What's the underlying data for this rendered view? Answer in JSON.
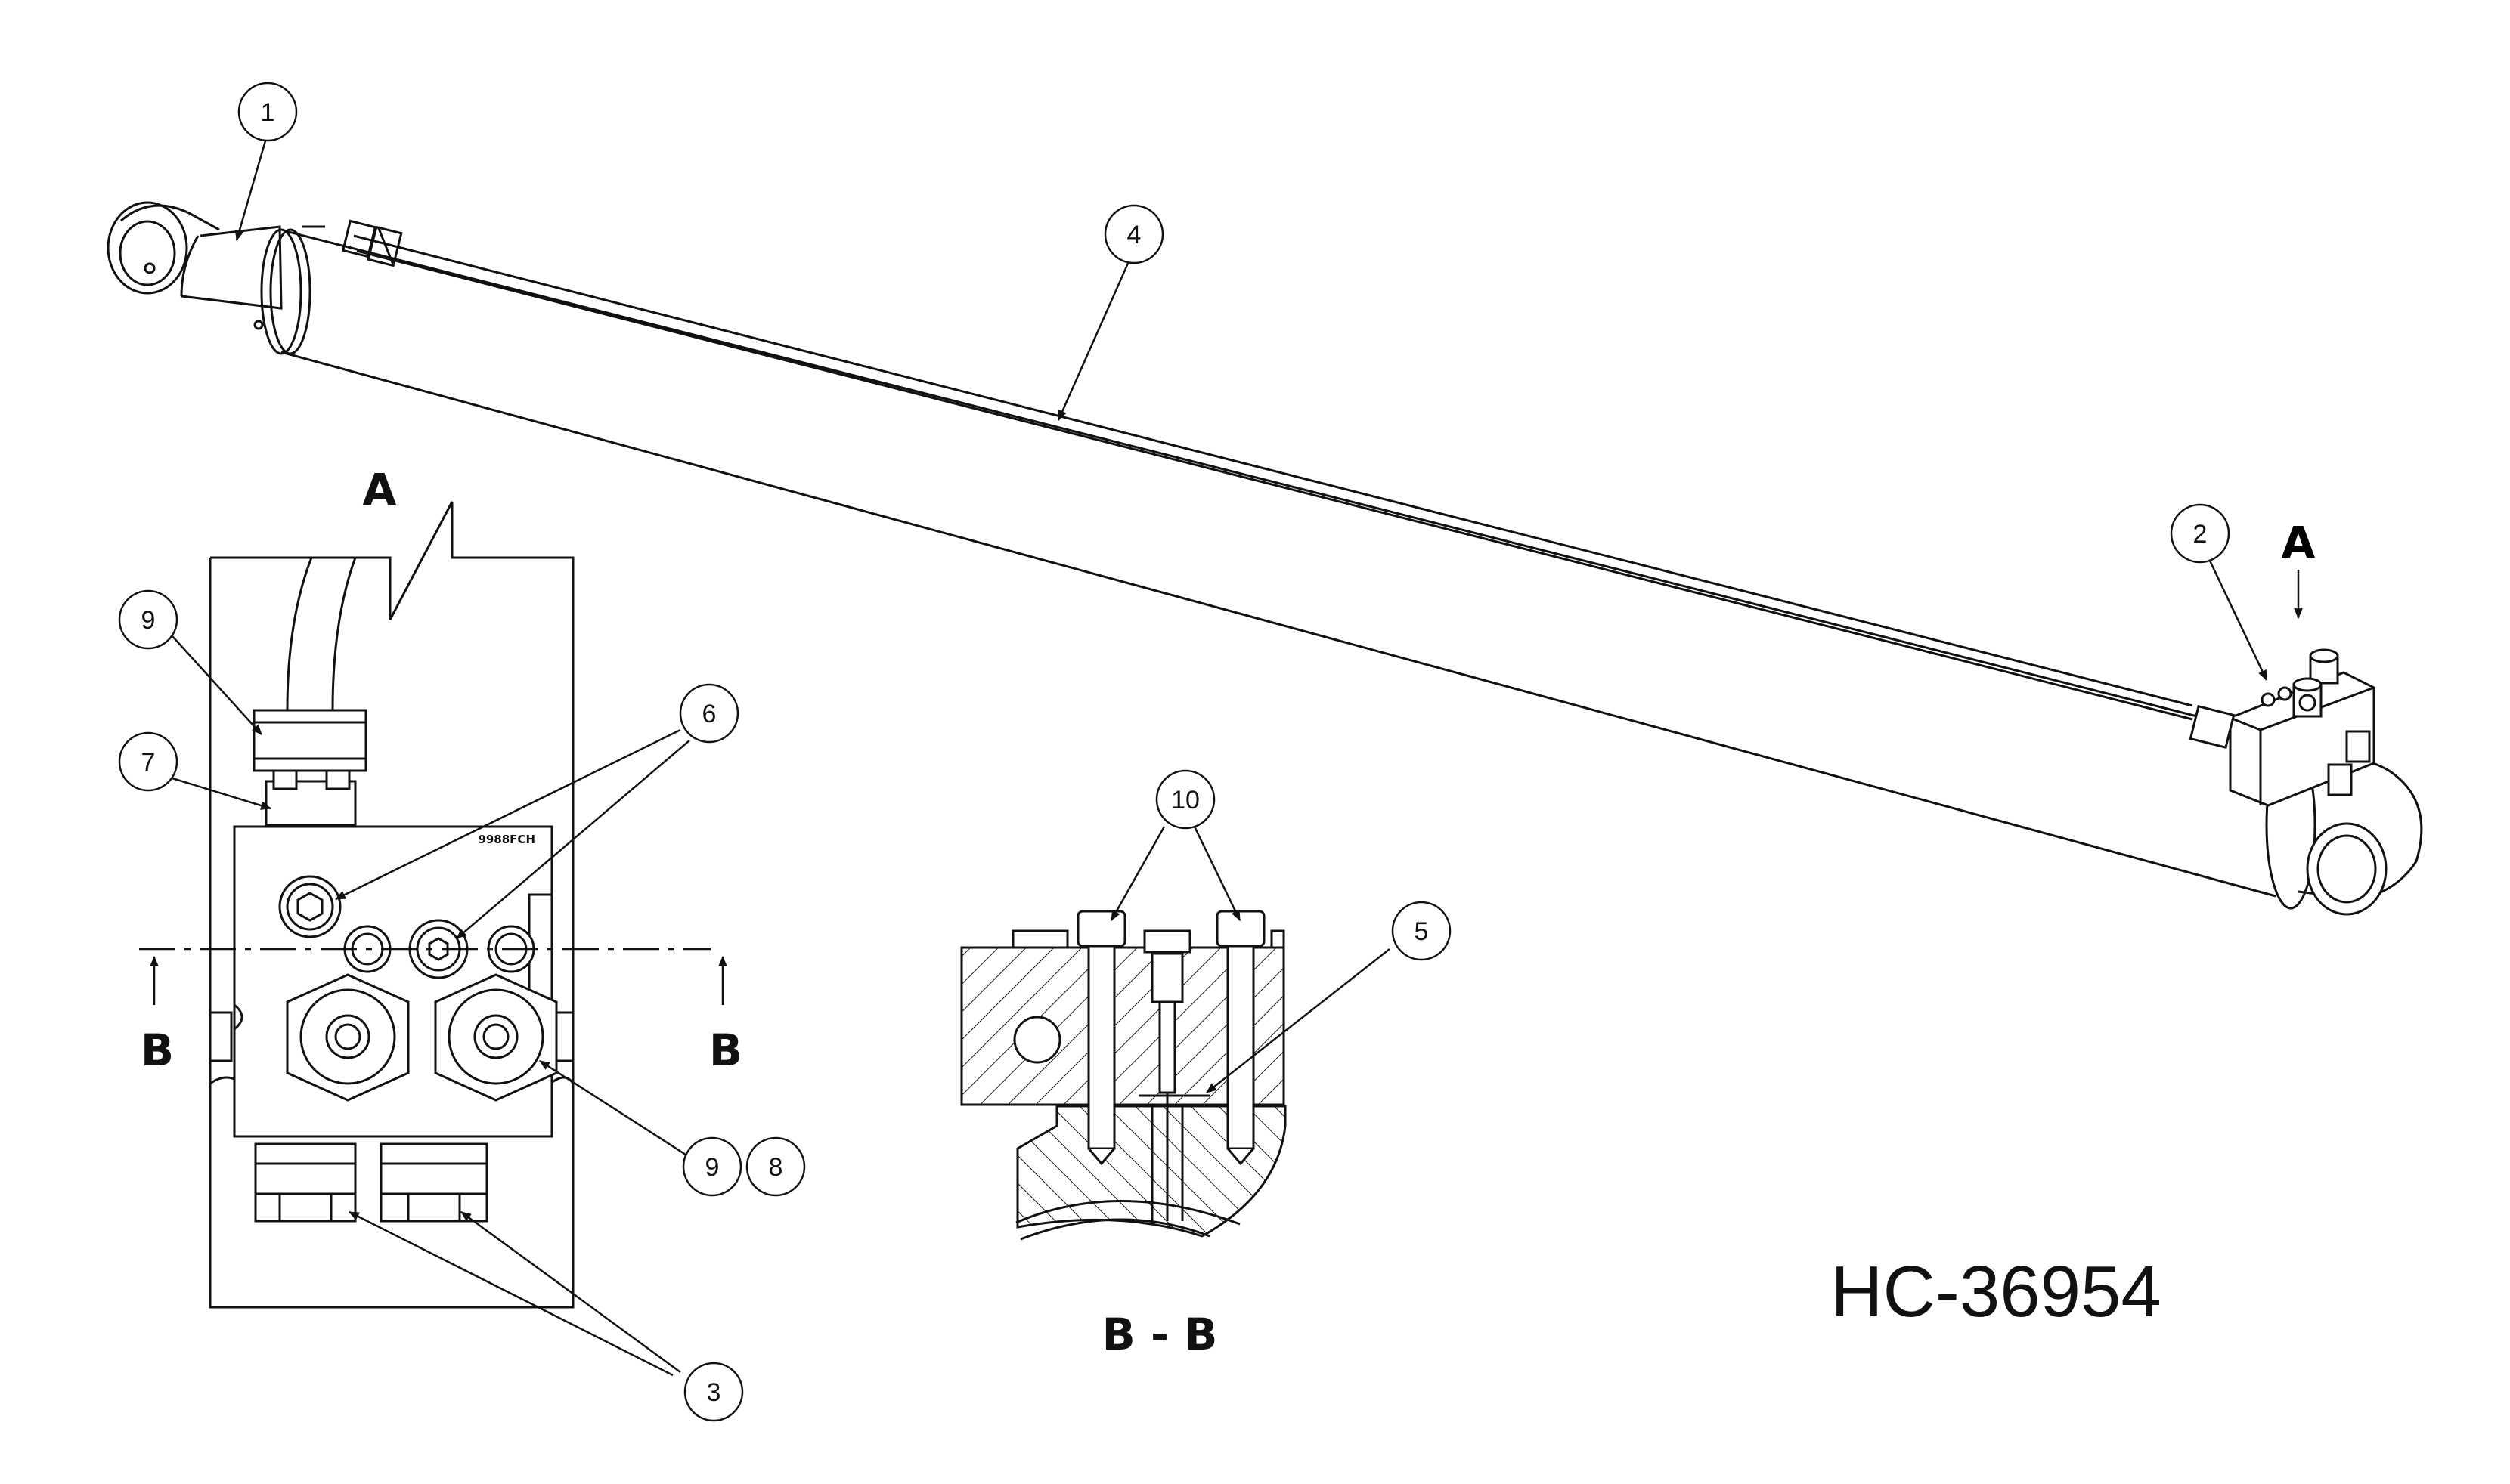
{
  "drawing_number": "HC-36954",
  "section_title": "B - B",
  "view_letters": {
    "view_a": "A",
    "section_b": "B"
  },
  "stamp_text": "9988FCH",
  "callouts": {
    "c1": "1",
    "c2": "2",
    "c3": "3",
    "c4": "4",
    "c5": "5",
    "c6": "6",
    "c7": "7",
    "c8": "8",
    "c9a": "9",
    "c9b": "9",
    "c10": "10"
  },
  "colors": {
    "line": "#111111",
    "background": "#ffffff"
  }
}
